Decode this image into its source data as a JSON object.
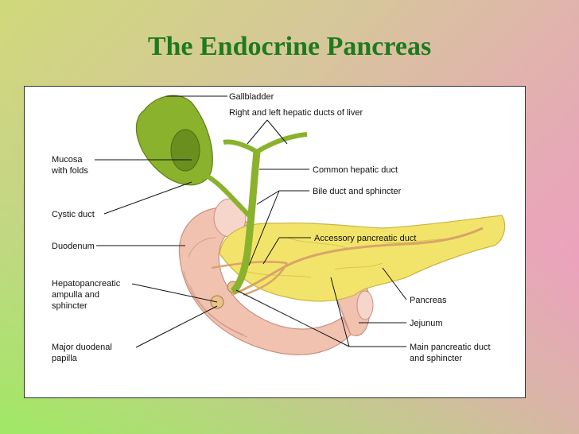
{
  "slide": {
    "title": "The Endocrine Pancreas"
  },
  "labels": {
    "gallbladder": "Gallbladder",
    "hepatic_ducts": "Right and left hepatic ducts of liver",
    "mucosa_line1": "Mucosa",
    "mucosa_line2": "with folds",
    "common_hepatic_duct": "Common hepatic duct",
    "bile_duct": "Bile duct and sphincter",
    "cystic_duct": "Cystic duct",
    "duodenum": "Duodenum",
    "accessory_duct": "Accessory pancreatic duct",
    "hepatopancreatic_line1": "Hepatopancreatic",
    "hepatopancreatic_line2": "ampulla and",
    "hepatopancreatic_line3": "sphincter",
    "pancreas": "Pancreas",
    "jejunum": "Jejunum",
    "papilla_line1": "Major duodenal",
    "papilla_line2": "papilla",
    "main_duct_line1": "Main pancreatic duct",
    "main_duct_line2": "and sphincter"
  },
  "colors": {
    "title": "#1f7a1f",
    "gallbladder": "#8ab22c",
    "pancreas": "#f2e46a",
    "duodenum": "#f1c2b0",
    "duct": "#d9a46a"
  }
}
